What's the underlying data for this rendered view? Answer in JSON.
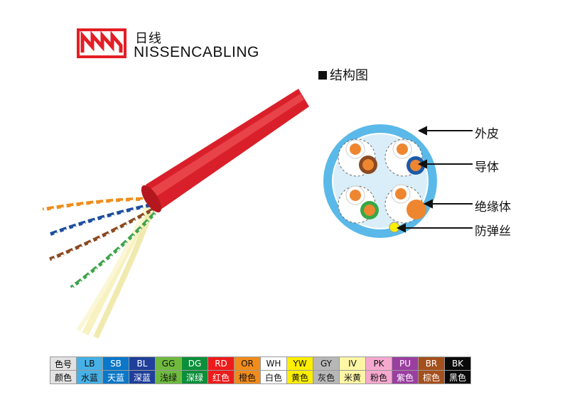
{
  "brand": {
    "name_cn": "日线",
    "name_en": "NISSENCABLING"
  },
  "structure": {
    "title": "结构图",
    "labels": {
      "jacket": "外皮",
      "conductor": "导体",
      "insulation": "绝缘体",
      "ripcord": "防弹丝"
    }
  },
  "color_table": {
    "row1_header": "色号",
    "row2_header": "颜色",
    "columns": [
      {
        "code": "LB",
        "name": "水蓝",
        "color": "#46b1e6"
      },
      {
        "code": "SB",
        "name": "天蓝",
        "color": "#0a77c9"
      },
      {
        "code": "BL",
        "name": "深蓝",
        "color": "#1f3f9a"
      },
      {
        "code": "GG",
        "name": "浅绿",
        "color": "#6fba3e"
      },
      {
        "code": "DG",
        "name": "深绿",
        "color": "#0b8f3a"
      },
      {
        "code": "RD",
        "name": "红色",
        "color": "#ee1b1b"
      },
      {
        "code": "OR",
        "name": "橙色",
        "color": "#f08c1b"
      },
      {
        "code": "WH",
        "name": "白色",
        "color": "#ffffff"
      },
      {
        "code": "YW",
        "name": "黄色",
        "color": "#ffef00"
      },
      {
        "code": "GY",
        "name": "灰色",
        "color": "#b7b7b7"
      },
      {
        "code": "IV",
        "name": "米黄",
        "color": "#fff6a6"
      },
      {
        "code": "PK",
        "name": "粉色",
        "color": "#f6a9cf"
      },
      {
        "code": "PU",
        "name": "紫色",
        "color": "#9a3fa0"
      },
      {
        "code": "BR",
        "name": "棕色",
        "color": "#a5501c"
      },
      {
        "code": "BK",
        "name": "黑色",
        "color": "#0a0a0a"
      }
    ]
  },
  "colors": {
    "jacket_red": "#d9202a",
    "diagram_blue": "#5ab9e8",
    "diagram_light": "#ffffff",
    "conductor_orange": "#ee8630",
    "header_cell": "#e2e2e2"
  }
}
